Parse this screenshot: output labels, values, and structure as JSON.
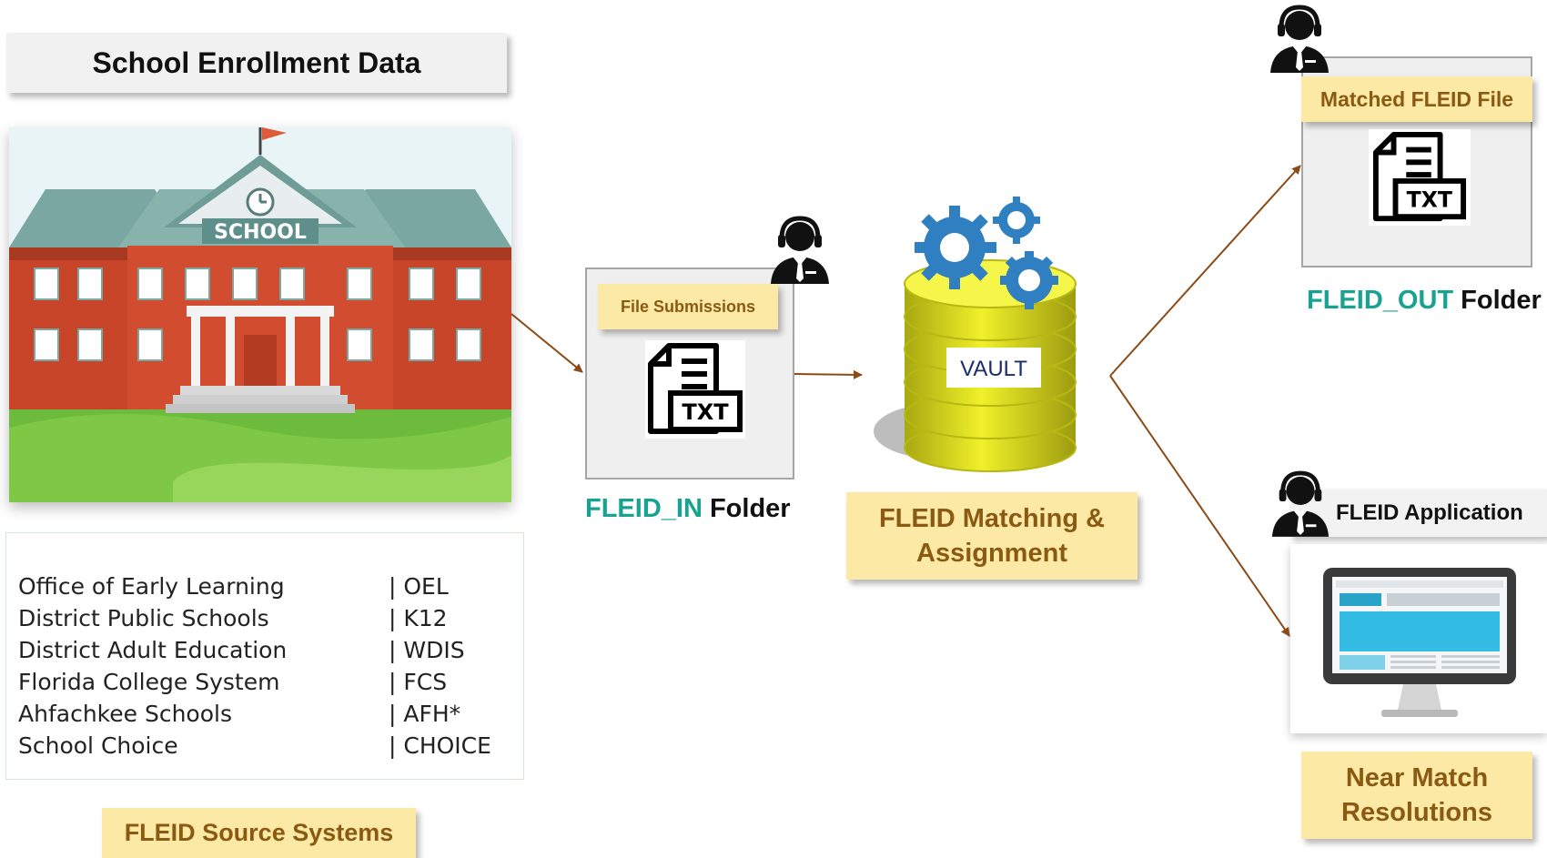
{
  "header": {
    "title": "School Enrollment Data"
  },
  "school_sign": "SCHOOL",
  "source_systems": {
    "items": [
      {
        "name": "Office of Early Learning",
        "code": "| OEL"
      },
      {
        "name": "District Public Schools",
        "code": "| K12"
      },
      {
        "name": "District Adult Education",
        "code": "| WDIS"
      },
      {
        "name": "Florida College System",
        "code": "| FCS"
      },
      {
        "name": "Ahfachkee Schools",
        "code": "| AFH*"
      },
      {
        "name": "School Choice",
        "code": "| CHOICE"
      }
    ],
    "label": "FLEID Source Systems"
  },
  "fleid_in": {
    "tag": "File Submissions",
    "file_label": "TXT",
    "caption_highlight": "FLEID_IN",
    "caption_rest": " Folder"
  },
  "vault": {
    "label": "VAULT",
    "caption_line1": "FLEID Matching &",
    "caption_line2": "Assignment"
  },
  "fleid_out": {
    "tag": "Matched FLEID File",
    "file_label": "TXT",
    "caption_highlight": "FLEID_OUT",
    "caption_rest": " Folder"
  },
  "application": {
    "title": "FLEID Application",
    "caption_line1": "Near Match",
    "caption_line2": "Resolutions"
  },
  "colors": {
    "accent_teal": "#17a38f",
    "tag_fill": "#fde9a6",
    "tag_text": "#8a5a12",
    "arrow": "#8b4a16",
    "gear_blue": "#2f7fc1",
    "vault_yellow": "#e2e21f"
  },
  "icons": [
    "support-agent-icon",
    "gear-icon",
    "document-txt-icon",
    "monitor-icon"
  ]
}
